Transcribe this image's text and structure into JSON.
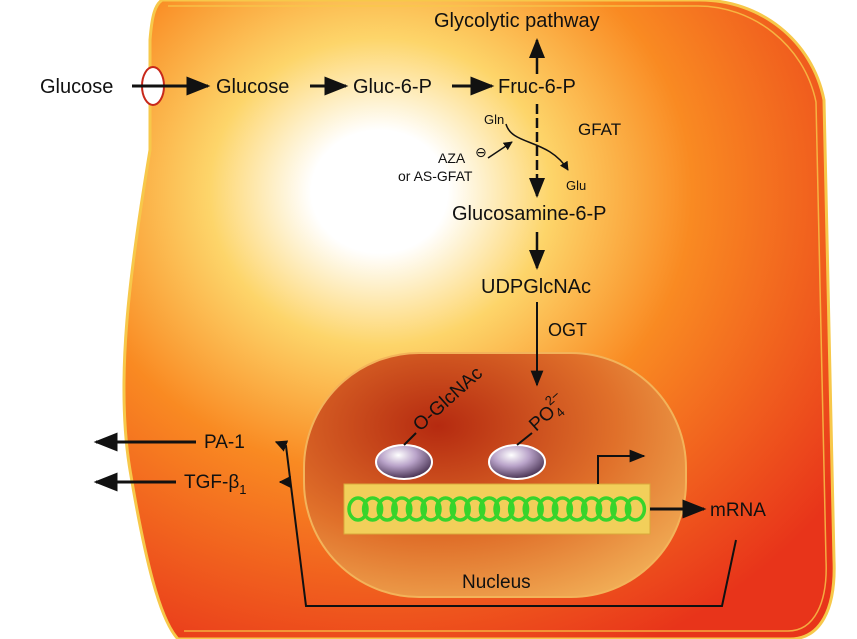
{
  "colors": {
    "cell_fill_outer": "#e8341a",
    "cell_fill_mid": "#f98a22",
    "cell_glow": "#ffffff",
    "membrane": "#f7c84a",
    "background": "#ffffff",
    "nucleus_inner": "#b52a10",
    "nucleus_mid": "#e0702a",
    "nucleus_edge": "#f3b35a",
    "dna_band": "#f2cf5a",
    "dna_coil": "#37d42b",
    "text": "#111111"
  },
  "labels": {
    "glucose_outside": "Glucose",
    "glucose_inside": "Glucose",
    "gluc6p": "Gluc-6-P",
    "fruc6p": "Fruc-6-P",
    "glycolytic": "Glycolytic pathway",
    "gln": "Gln",
    "gfat": "GFAT",
    "aza": "AZA",
    "aza_sign": "⊖",
    "as_gfat": "or AS-GFAT",
    "glu": "Glu",
    "glucosamine6p": "Glucosamine-6-P",
    "udpglcnac": "UDPGlcNAc",
    "ogt": "OGT",
    "o_glcnac": "O-GlcNAc",
    "po4_base": "PO",
    "po4_sub": "4",
    "po4_sup": "2−",
    "pa1": "PA-1",
    "tgf_base": "TGF-β",
    "tgf_sub": "1",
    "mrna": "mRNA",
    "nucleus": "Nucleus"
  }
}
